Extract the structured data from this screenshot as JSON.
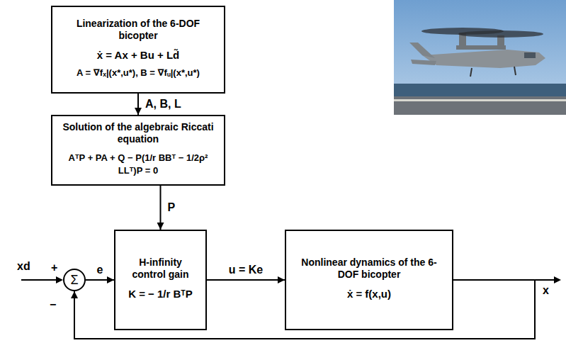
{
  "diagram": {
    "nodes": [
      {
        "text": [
          "Linearization of the 6-DOF bicopter",
          "ẋ = Ax + Bu + Ld̃",
          "A = ∇fₓ|(x*,u*), B = ∇fᵤ|(x*,u*)"
        ]
      },
      {
        "text": [
          "Solution of the algebraic Riccati equation",
          "AᵀP + PA + Q − P(1/r BBᵀ − 1/2ρ² LLᵀ)P = 0"
        ]
      },
      {
        "text": [
          "Σ"
        ]
      },
      {
        "text": [
          "H-infinity control gain",
          "K = − 1/r BᵀP"
        ]
      },
      {
        "text": [
          "Nonlinear dynamics of the 6-DOF bicopter",
          "ẋ = f(x,u)"
        ]
      }
    ],
    "edges": [
      {
        "from": 0,
        "to": 1,
        "label": "A, B, L",
        "arrow": "to"
      },
      {
        "from": 1,
        "to": 3,
        "label": "P",
        "arrow": "to"
      },
      {
        "from": 2,
        "to": 3,
        "label": "e",
        "arrow": "to"
      },
      {
        "from": 3,
        "to": 4,
        "label": "u = Ke",
        "arrow": "to"
      },
      {
        "from": 4,
        "to": 2,
        "arrow": "to"
      }
    ],
    "labels": [
      "xd",
      "+",
      "−",
      "x"
    ]
  }
}
